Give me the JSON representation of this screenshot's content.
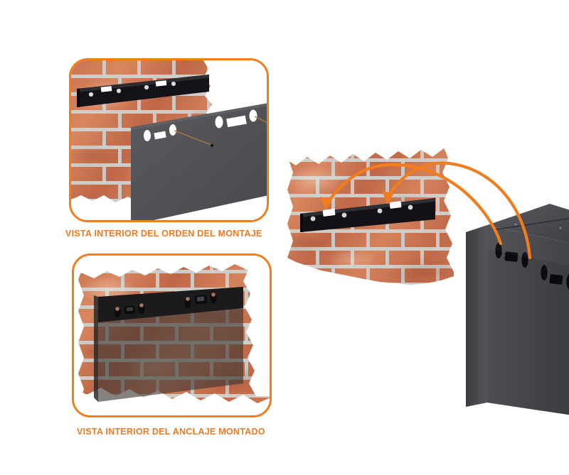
{
  "document": {
    "background_color": "#ffffff",
    "accent_color": "#F07D1E",
    "caption_color": "#EE7B23",
    "language": "es"
  },
  "panels": [
    {
      "id": "assembly-order",
      "caption": "VISTA INTERIOR DEL ORDEN DEL MONTAJE",
      "border_color": "#F07D1E",
      "contents": "Pared de ladrillo con riel de anclaje negro y panel trasero de la caja fuerte",
      "leader_lines": 2
    },
    {
      "id": "anchor-mounted",
      "caption": "VISTA INTERIOR DEL ANCLAJE MONTADO",
      "border_color": "#F07D1E",
      "contents": "Pared de ladrillo con panel trasero translúcido montado sobre el anclaje",
      "leader_lines": 0
    }
  ],
  "wall_scene": {
    "id": "wall-bracket-scene",
    "description": "Pared de ladrillo con riel de anclaje negro atornillado",
    "bracket": {
      "screw_holes": 4,
      "keyhole_slots": 2,
      "color": "#111115"
    },
    "arrows": {
      "count": 2,
      "color": "#F07D1E",
      "direction": "desde la caja fuerte hacia las ranuras del anclaje"
    }
  },
  "safe": {
    "id": "safe-box",
    "description": "Caja fuerte gris oscuro en perspectiva",
    "color": "#4a4a4e",
    "keyhole_groups": 2,
    "keyhole_pattern": "óvalo - ranura - óvalo"
  },
  "icons": {
    "arrow": "curved-arrow-icon",
    "screw": "screw-icon",
    "keyhole": "keyhole-slot-icon"
  }
}
